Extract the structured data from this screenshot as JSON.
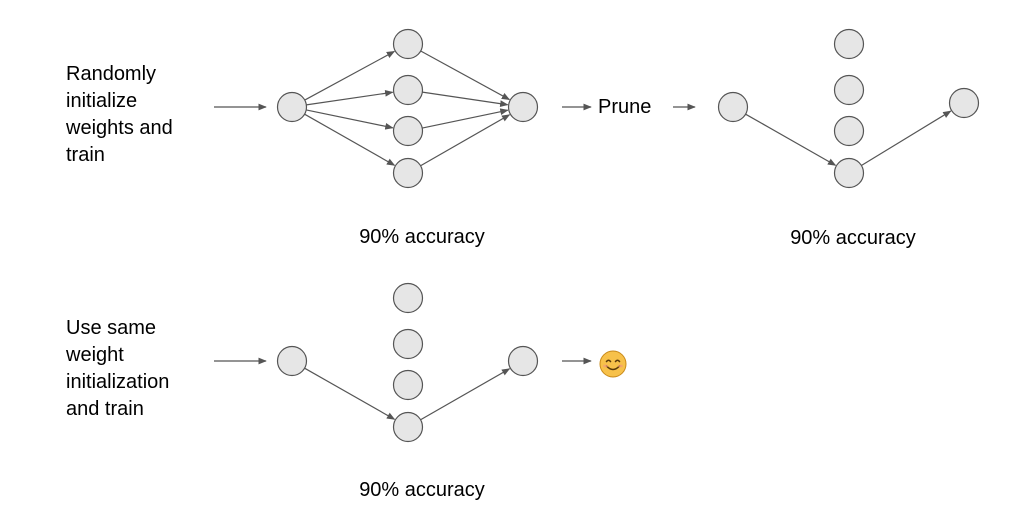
{
  "diagram": {
    "step1_text": [
      "Randomly",
      "initialize",
      "weights and",
      "train"
    ],
    "prune_label": "Prune",
    "accuracy_top_left": "90% accuracy",
    "accuracy_top_right": "90% accuracy",
    "step2_text": [
      "Use same",
      "weight",
      "initialization",
      "and train"
    ],
    "accuracy_bottom": "90% accuracy",
    "result_icon": "smiling-face-emoji"
  },
  "colors": {
    "node_fill": "#e6e6e6",
    "node_stroke": "#555555",
    "edge": "#555555",
    "emoji_fill": "#f7c14a",
    "emoji_stroke": "#c98a1a"
  }
}
